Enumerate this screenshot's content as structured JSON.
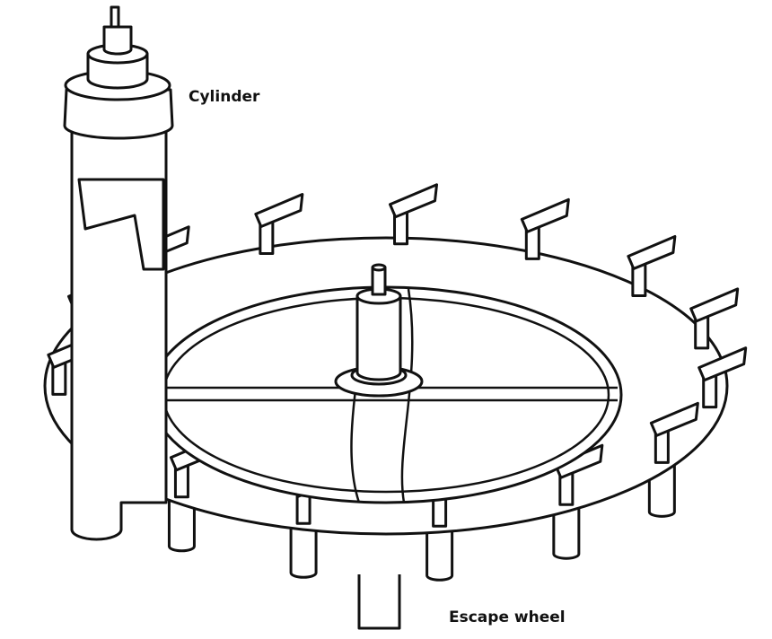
{
  "labels": {
    "cylinder": "Cylinder",
    "escape_wheel": "Escape wheel"
  },
  "colors": {
    "line": "#111111",
    "background": "#ffffff"
  },
  "wheel": {
    "tooth_count": 15
  }
}
